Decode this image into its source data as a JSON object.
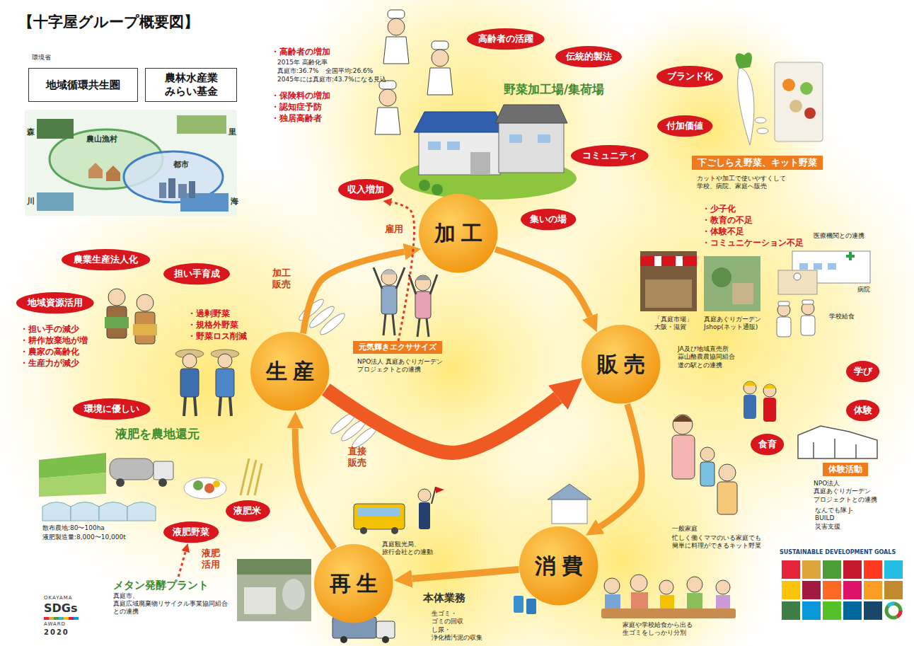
{
  "diagram": {
    "title": "【十字屋グループ概要図】",
    "nodes": [
      {
        "text": [
          "地域循環共生圏"
        ]
      },
      {
        "text": [
          "農林水産業 みらい基金"
        ]
      },
      {
        "text": [
          "高齢者の活躍"
        ]
      },
      {
        "text": [
          "伝統的製法"
        ]
      },
      {
        "text": [
          "ブランド化"
        ]
      },
      {
        "text": [
          "付加価値"
        ]
      },
      {
        "text": [
          "コミュニティ"
        ]
      },
      {
        "text": [
          "収入増加"
        ]
      },
      {
        "text": [
          "加工"
        ]
      },
      {
        "text": [
          "集いの場"
        ]
      },
      {
        "text": [
          "下ごしらえ野菜、キット野菜"
        ]
      },
      {
        "text": [
          "農業生産法人化"
        ]
      },
      {
        "text": [
          "担い手育成"
        ]
      },
      {
        "text": [
          "地域資源活用"
        ]
      },
      {
        "text": [
          "元気輝きエクササイズ"
        ]
      },
      {
        "text": [
          "生産"
        ]
      },
      {
        "text": [
          "販売"
        ]
      },
      {
        "text": [
          "学び"
        ]
      },
      {
        "text": [
          "体験"
        ]
      },
      {
        "text": [
          "環境に優しい"
        ]
      },
      {
        "text": [
          "食育"
        ]
      },
      {
        "text": [
          "体験活動"
        ]
      },
      {
        "text": [
          "液肥米"
        ]
      },
      {
        "text": [
          "液肥野菜"
        ]
      },
      {
        "text": [
          "メタン発酵プラント",
          "真庭市、 真庭広域廃棄物リサイクル事業協同組合 との連携"
        ]
      },
      {
        "text": [
          "再生"
        ]
      },
      {
        "text": [
          "消費"
        ]
      }
    ],
    "edges": [
      {
        "from": 15,
        "to": 8,
        "label": "加工 販売",
        "arrow": "to"
      },
      {
        "from": 8,
        "to": 16,
        "arrow": "to"
      },
      {
        "from": 15,
        "to": 16,
        "label": "直接 販売",
        "arrow": "to"
      },
      {
        "from": 16,
        "to": 26,
        "arrow": "to"
      },
      {
        "from": 26,
        "to": 25,
        "label": "本体業務",
        "arrow": "to"
      },
      {
        "from": 25,
        "to": 15,
        "arrow": "to"
      },
      {
        "from": 14,
        "to": 7,
        "label": "雇用",
        "arrow": "to"
      },
      {
        "from": 24,
        "to": 23,
        "label": "液肥 活用",
        "arrow": "to"
      }
    ],
    "labels": [
      "環境省",
      "森",
      "農山漁村",
      "都市",
      "里",
      "川",
      "海",
      "・高齢者の増加",
      "2015年 高齢化率",
      "真庭市:36.7%　全国平均:26.6%",
      "2045年には真庭市:43.7%になる見込",
      "・保険料の増加",
      "・認知症予防",
      "・独居高齢者",
      "野菜加工場/集荷場",
      "カットや加工で使いやすくして 学校、病院、家庭へ販売",
      "・少子化",
      "・教育の不足",
      "・体験不足",
      "・コミュニケーション不足",
      "医療機関との連携",
      "病院",
      "学校給食",
      "「真庭市場」 大阪・滋賀",
      "真庭あぐりガーデン Jshop(ネット通販)",
      "JA及び地域直売所 蒜山酪農農協同組合 道の駅との連携",
      "・担い手の減少",
      "・耕作放棄地が増",
      "・農家の高齢化",
      "・生産力が減少",
      "・過剰野菜",
      "・規格外野菜",
      "・野菜ロス削減",
      "NPO法人 真庭あぐりガーデン プロジェクトとの連携",
      "液肥を農地還元",
      "散布農地:80〜100ha",
      "液肥製造量:8,000〜10,000t",
      "NPO法人 真庭あぐりガーデン プロジェクトとの連携",
      "一般家庭",
      "忙しく働くママのいる家庭でも 簡単に料理ができるキット野菜",
      "なんでも隊 J-BUILD 災害支援",
      "真庭観光局、 旅行会社との連動",
      "生ゴミ・ゴミの回収 し尿・浄化槽汚泥の収集",
      "家庭や学校給食から出る 生ゴミをしっかり分別",
      "SUSTAINABLE DEVELOPMENT GOALS",
      "OKAYAMA",
      "SDGs",
      "AWARD",
      "2020"
    ]
  }
}
